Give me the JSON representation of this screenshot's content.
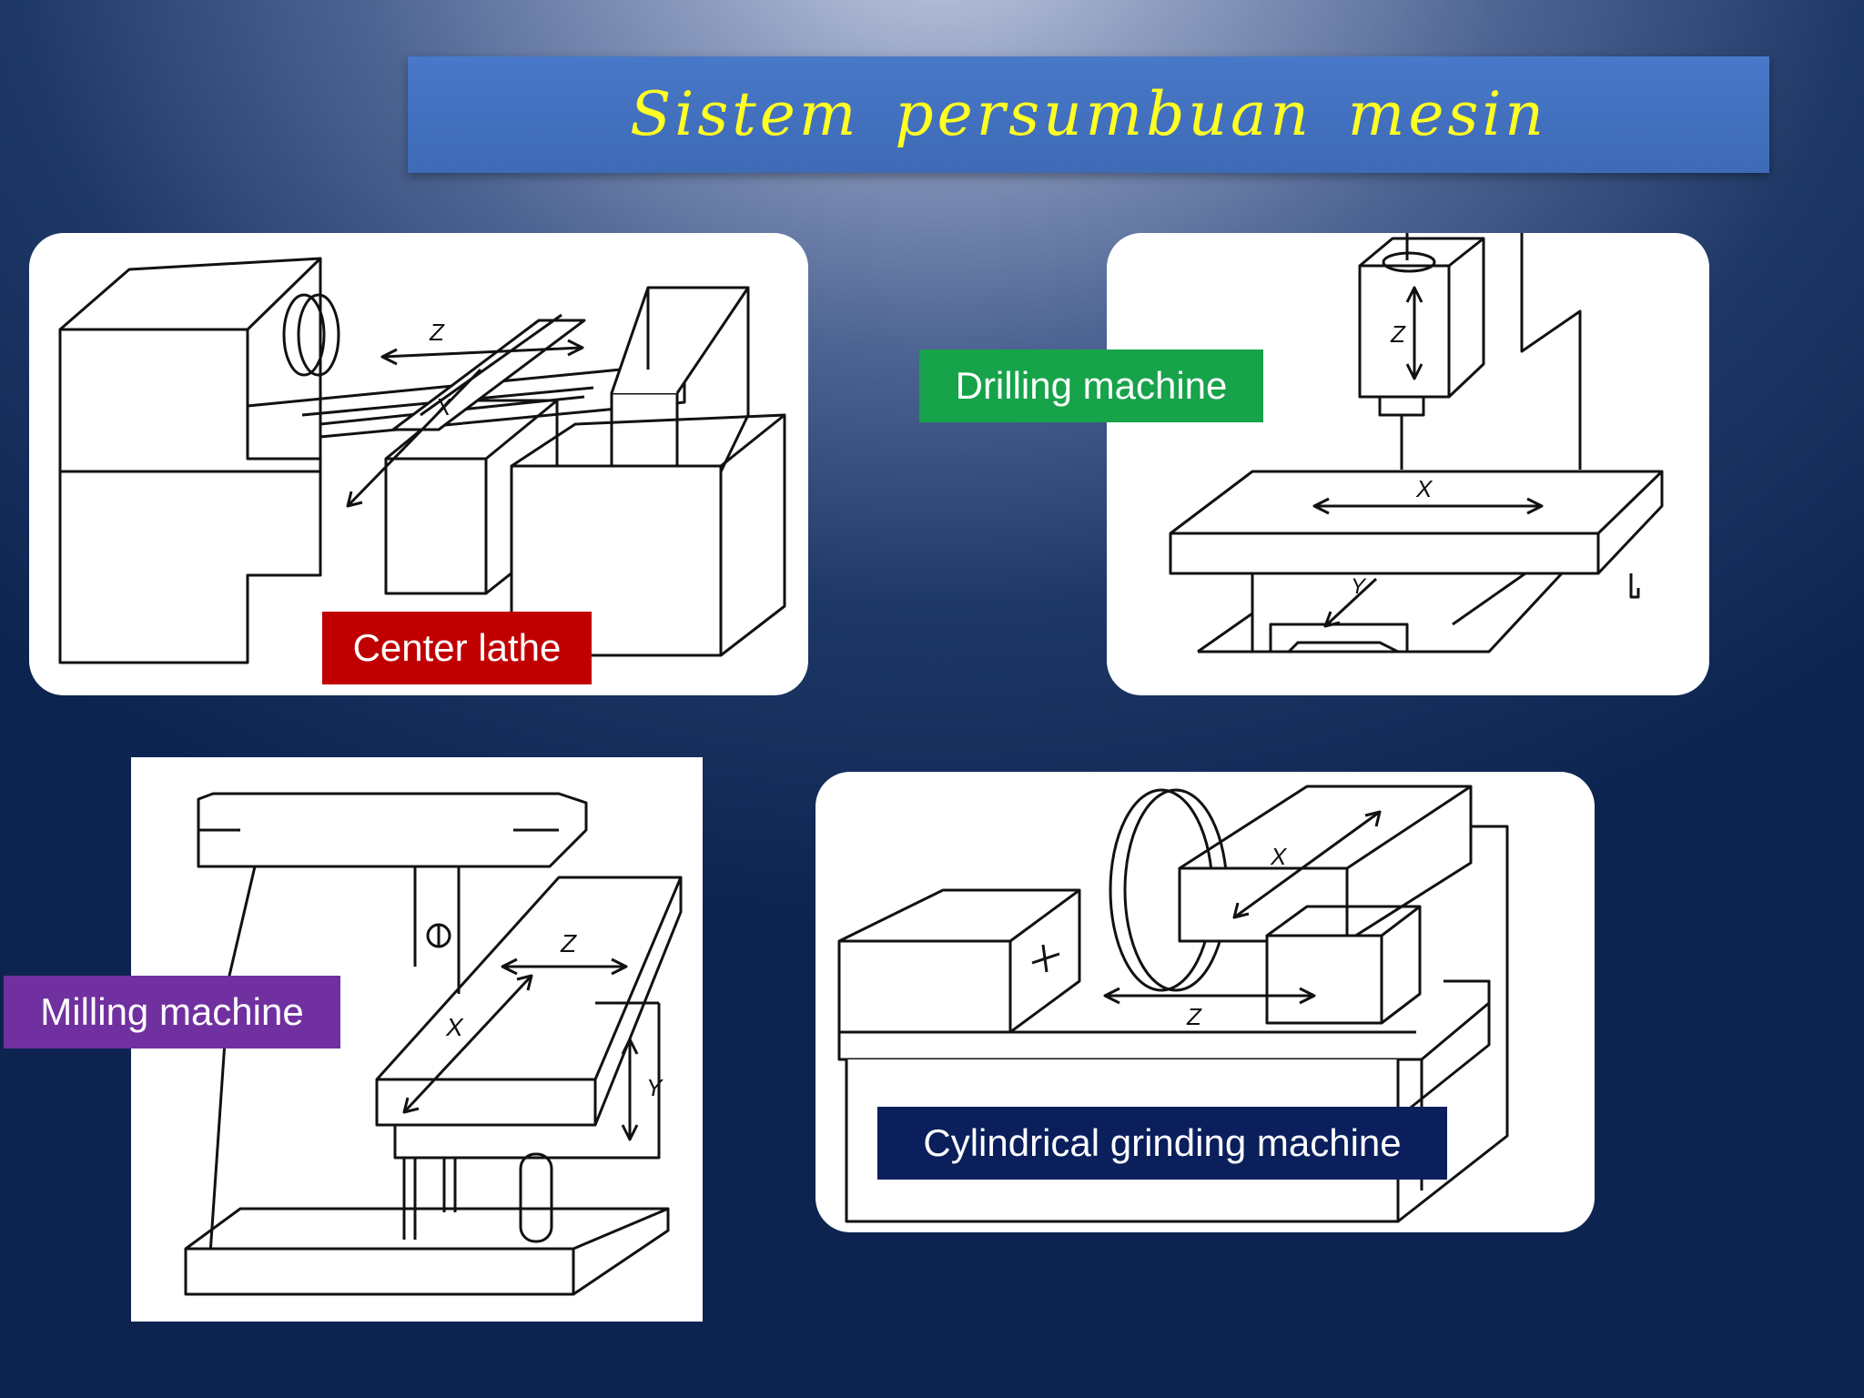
{
  "slide": {
    "title": "Sistem persumbuan mesin"
  },
  "machines": [
    {
      "id": "lathe",
      "label": "Center lathe",
      "axes": [
        "Z",
        "X"
      ],
      "label_color": "#c00000"
    },
    {
      "id": "drill",
      "label": "Drilling machine",
      "axes": [
        "Z",
        "X",
        "Y"
      ],
      "label_color": "#16a34a"
    },
    {
      "id": "mill",
      "label": "Milling machine",
      "axes": [
        "Z",
        "X",
        "Y"
      ],
      "label_color": "#7030a0"
    },
    {
      "id": "grind",
      "label": "Cylindrical grinding machine",
      "axes": [
        "X",
        "Z"
      ],
      "label_color": "#0a1f5c"
    }
  ],
  "colors": {
    "title_text": "#ffff22",
    "title_box": "#4274c0",
    "background": "#0d2450"
  }
}
